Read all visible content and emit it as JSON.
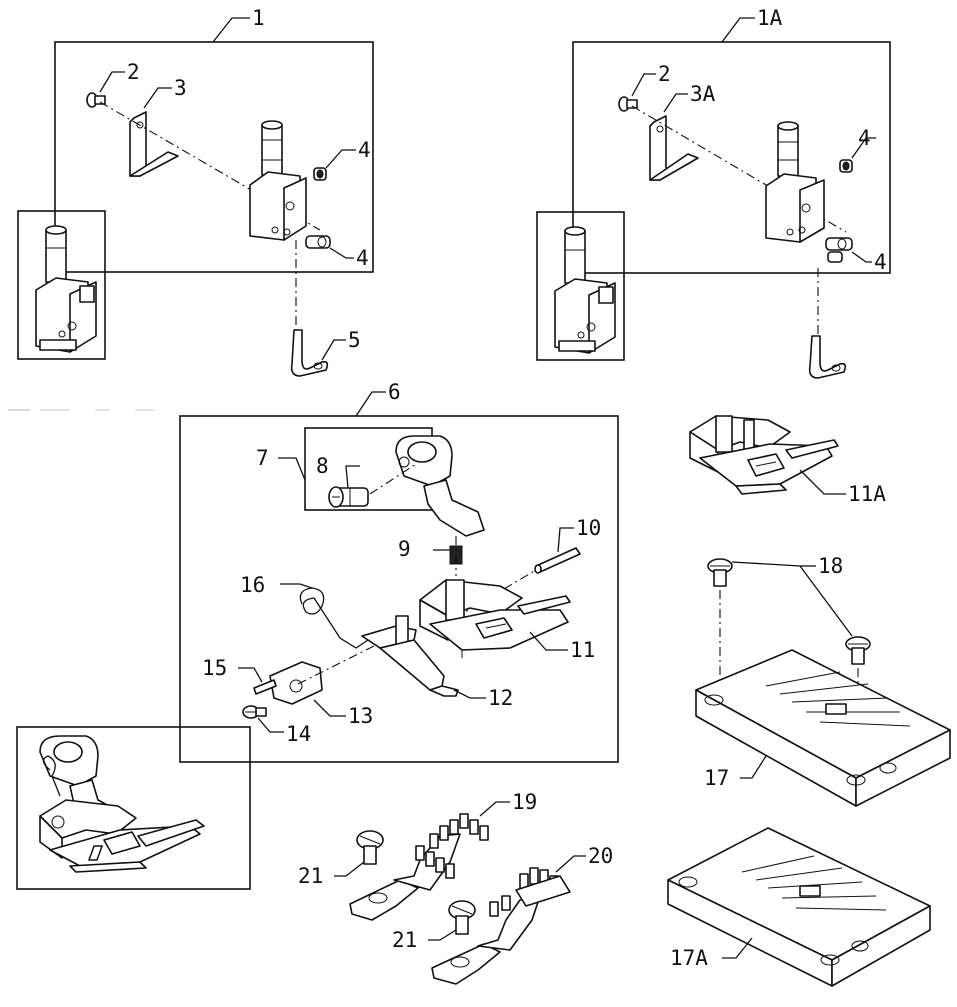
{
  "labels": {
    "l1": "1",
    "l1a": "1A",
    "l2": "2",
    "l2b": "2",
    "l3": "3",
    "l3a": "3A",
    "l4a": "4",
    "l4b": "4",
    "l4c": "4",
    "l4d": "4",
    "l5": "5",
    "l6": "6",
    "l7": "7",
    "l8": "8",
    "l9": "9",
    "l10": "10",
    "l11": "11",
    "l11a": "11A",
    "l12": "12",
    "l13": "13",
    "l14": "14",
    "l15": "15",
    "l16": "16",
    "l17": "17",
    "l17a": "17A",
    "l18": "18",
    "l19": "19",
    "l20": "20",
    "l21a": "21",
    "l21b": "21"
  }
}
